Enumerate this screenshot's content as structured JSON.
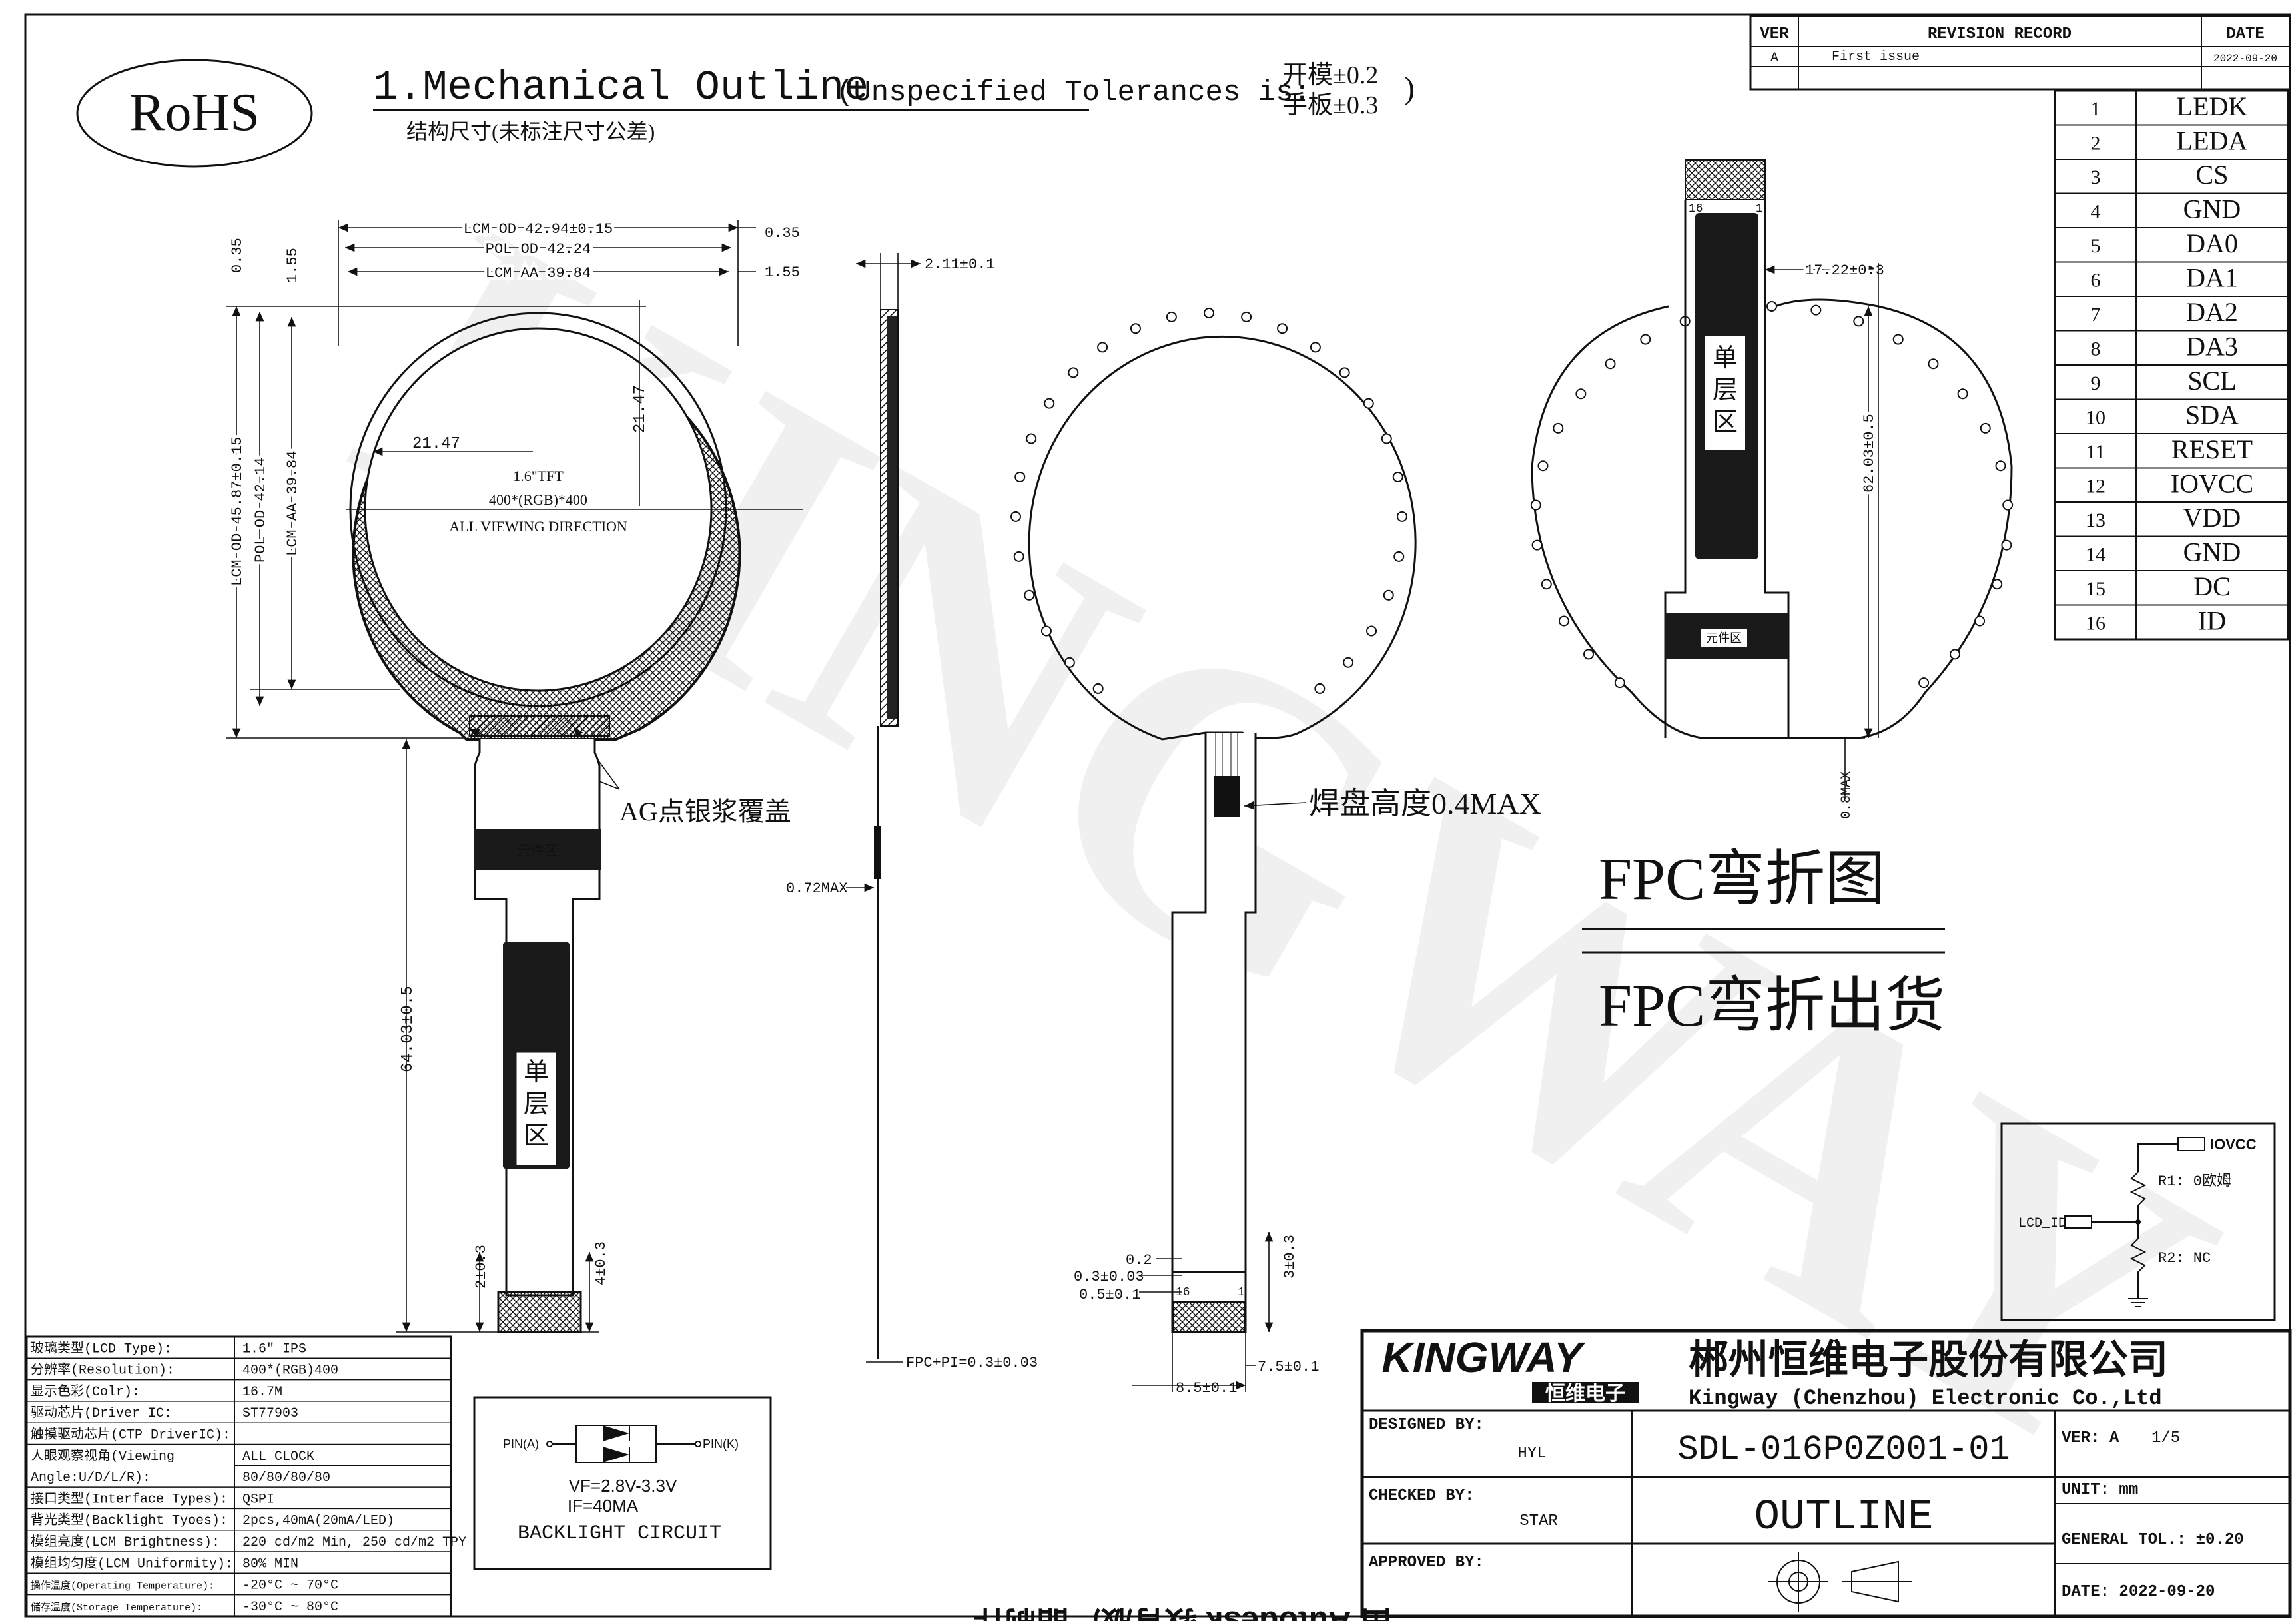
{
  "header": {
    "rohs": "RoHS",
    "title": "1.Mechanical Outline",
    "tolerance_prefix": "(Unspecified Tolerances is:",
    "tol_open_mold": "开模±0.2",
    "tol_hand_board": "手板±0.3",
    "tol_close": ")",
    "subtitle": "结构尺寸(未标注尺寸公差)"
  },
  "revision": {
    "headers": [
      "VER",
      "REVISION RECORD",
      "DATE"
    ],
    "rows": [
      [
        "A",
        "First issue",
        "2022-09-20"
      ]
    ]
  },
  "pins": [
    [
      "1",
      "LEDK"
    ],
    [
      "2",
      "LEDA"
    ],
    [
      "3",
      "CS"
    ],
    [
      "4",
      "GND"
    ],
    [
      "5",
      "DA0"
    ],
    [
      "6",
      "DA1"
    ],
    [
      "7",
      "DA2"
    ],
    [
      "8",
      "DA3"
    ],
    [
      "9",
      "SCL"
    ],
    [
      "10",
      "SDA"
    ],
    [
      "11",
      "RESET"
    ],
    [
      "12",
      "IOVCC"
    ],
    [
      "13",
      "VDD"
    ],
    [
      "14",
      "GND"
    ],
    [
      "15",
      "DC"
    ],
    [
      "16",
      "ID"
    ]
  ],
  "front_view": {
    "lcm_od_w": "LCM OD 42.94±0.15",
    "pol_od_w": "POL OD 42.24",
    "lcm_aa_w": "LCM AA 39.84",
    "right_035": "0.35",
    "right_155": "1.55",
    "left_035": "0.35",
    "left_155": "1.55",
    "lcm_od_h": "LCM OD 45.87±0.15",
    "pol_od_h": "POL OD 42.14",
    "lcm_aa_h": "LCM AA 39.84",
    "center_x": "21.47",
    "center_y": "21.47",
    "tft": "1.6\"TFT",
    "resolution": "400*(RGB)*400",
    "viewing": "ALL VIEWING DIRECTION",
    "ag_note": "AG点银浆覆盖",
    "component_zone": "元件区",
    "single_layer": [
      "单",
      "层",
      "区"
    ],
    "fpc_len": "64.03±0.5",
    "dim_2": "2±0.3",
    "dim_4": "4±0.3"
  },
  "side_view": {
    "thickness": "2.11±0.1",
    "fpc_max": "0.72MAX",
    "fpc_pi": "FPC+PI=0.3±0.03"
  },
  "back_view": {
    "solder_note": "焊盘高度0.4MAX",
    "dim_02": "0.2",
    "dim_03": "0.3±0.03",
    "dim_05": "0.5±0.1",
    "dim_3": "3±0.3",
    "dim_75": "7.5±0.1",
    "dim_85": "8.5±0.1",
    "pin16": "16",
    "pin1": "1"
  },
  "bent_view": {
    "width": "17.22±0.3",
    "height": "62.03±0.5",
    "max08": "0.8MAX",
    "single_layer": [
      "单",
      "层",
      "区"
    ],
    "component_zone": "元件区",
    "pin16": "16",
    "pin1": "1"
  },
  "fpc_labels": {
    "bend_drawing": "FPC弯折图",
    "bend_shipping": "FPC弯折出货"
  },
  "id_circuit": {
    "iovcc": "IOVCC",
    "r1": "R1: 0欧姆",
    "r2": "R2: NC",
    "lcd_id": "LCD_ID"
  },
  "backlight": {
    "pin_a": "PIN(A)",
    "pin_k": "PIN(K)",
    "vf": "VF=2.8V-3.3V",
    "if": "IF=40MA",
    "title": "BACKLIGHT CIRCUIT"
  },
  "specs": [
    [
      "玻璃类型(LCD Type):",
      "1.6″ IPS"
    ],
    [
      "分辨率(Resolution):",
      "400*(RGB)400"
    ],
    [
      "显示色彩(Colr):",
      "16.7M"
    ],
    [
      "驱动芯片(Driver IC:",
      "ST77903"
    ],
    [
      "触摸驱动芯片(CTP DriverIC):",
      ""
    ],
    [
      "人眼观察视角(Viewing",
      "ALL CLOCK"
    ],
    [
      "Angle:U/D/L/R):",
      "80/80/80/80"
    ],
    [
      "接口类型(Interface Types):",
      "QSPI"
    ],
    [
      "背光类型(Backlight Tyoes):",
      "2pcs,40mA(20mA/LED)"
    ],
    [
      "模组亮度(LCM Brightness):",
      "220 cd/m2 Min, 250 cd/m2 TPY"
    ],
    [
      "模组均匀度(LCM Uniformity):",
      "80% MIN"
    ],
    [
      "操作温度(Operating Temperature):",
      "-20°C ~ 70°C"
    ],
    [
      "储存温度(Storage Temperature):",
      "-30°C ~ 80°C"
    ]
  ],
  "title_block": {
    "logo": "KINGWAY",
    "logo_cn": "恒维电子",
    "company_cn": "郴州恒维电子股份有限公司",
    "company_en": "Kingway (Chenzhou) Electronic Co.,Ltd",
    "designed_by_label": "DESIGNED BY:",
    "designed_by": "HYL",
    "checked_by_label": "CHECKED BY:",
    "checked_by": "STAR",
    "approved_by_label": "APPROVED BY:",
    "part_no": "SDL-016P0Z001-01",
    "doc_title": "OUTLINE",
    "ver_label": "VER: A",
    "page": "1/5",
    "unit": "UNIT: mm",
    "tol": "GENERAL TOL.: ±0.20",
    "date": "DATE: 2022-09-20",
    "autodesk": "由 Autodesk 教育版产品制作"
  }
}
